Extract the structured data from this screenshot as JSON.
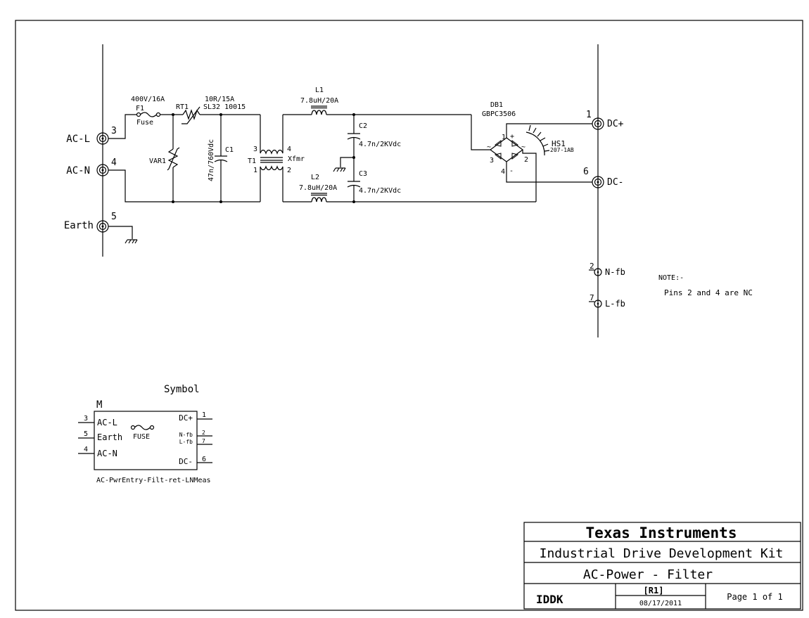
{
  "connectors": {
    "ac_l": {
      "label": "AC-L",
      "pin": "3"
    },
    "ac_n": {
      "label": "AC-N",
      "pin": "4"
    },
    "earth": {
      "label": "Earth",
      "pin": "5"
    },
    "dc_plus": {
      "label": "DC+",
      "pin": "1"
    },
    "dc_minus": {
      "label": "DC-",
      "pin": "6"
    },
    "n_fb": {
      "label": "N-fb",
      "pin": "2"
    },
    "l_fb": {
      "label": "L-fb",
      "pin": "7"
    }
  },
  "components": {
    "f1": {
      "ref": "F1",
      "value": "400V/16A",
      "desc": "Fuse"
    },
    "rt1": {
      "ref": "RT1",
      "value": "10R/15A",
      "part": "SL32 10015"
    },
    "var1": {
      "ref": "VAR1"
    },
    "c1": {
      "ref": "C1",
      "value": "47n/760Vdc"
    },
    "t1": {
      "ref": "T1",
      "desc": "Xfmr",
      "pins": [
        "3",
        "4",
        "1",
        "2"
      ]
    },
    "l1": {
      "ref": "L1",
      "value": "7.8uH/20A"
    },
    "l2": {
      "ref": "L2",
      "value": "7.8uH/20A"
    },
    "c2": {
      "ref": "C2",
      "value": "4.7n/2KVdc"
    },
    "c3": {
      "ref": "C3",
      "value": "4.7n/2KVdc"
    },
    "db1": {
      "ref": "DB1",
      "part": "GBPC3506",
      "pins": [
        "1",
        "2",
        "3",
        "4"
      ],
      "plus": "+",
      "minus": "-",
      "ac1": "~",
      "ac2": "~"
    },
    "hs1": {
      "ref": "HS1",
      "part": "207-1AB"
    }
  },
  "note": {
    "title": "NOTE:-",
    "text": "Pins 2 and 4 are NC"
  },
  "symbol": {
    "title": "Symbol",
    "designator": "M",
    "name": "AC-PwrEntry-Filt-ret-LNMeas",
    "fuse": "FUSE",
    "left_pins": [
      {
        "num": "3",
        "label": "AC-L"
      },
      {
        "num": "5",
        "label": "Earth"
      },
      {
        "num": "4",
        "label": "AC-N"
      }
    ],
    "right_pins": [
      {
        "num": "1",
        "label": "DC+"
      },
      {
        "num": "2",
        "label": "N-fb"
      },
      {
        "num": "7",
        "label": "L-fb"
      },
      {
        "num": "6",
        "label": "DC-"
      }
    ]
  },
  "title_block": {
    "company": "Texas Instruments",
    "project": "Industrial Drive Development Kit",
    "sheet_title": "AC-Power - Filter",
    "code": "IDDK",
    "revision": "[R1]",
    "date": "08/17/2011",
    "page": "Page 1 of 1"
  }
}
